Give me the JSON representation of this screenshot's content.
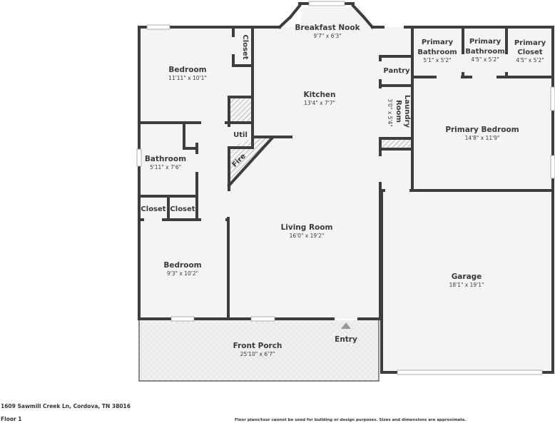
{
  "plan": {
    "colors": {
      "wall": "#3d3d3d",
      "floor": "#f4f4f4",
      "porch": "#efefef",
      "text": "#3a3a3a",
      "entry_arrow": "#9a9a9a"
    },
    "rooms": {
      "bedroom1": {
        "name": "Bedroom",
        "dims": "11'11\" x 10'1\""
      },
      "closet_top": {
        "name": "Closet"
      },
      "breakfast_nook": {
        "name": "Breakfast Nook",
        "dims": "9'7\" x 6'3\""
      },
      "kitchen": {
        "name": "Kitchen",
        "dims": "13'4\" x 7'7\""
      },
      "pantry": {
        "name": "Pantry"
      },
      "laundry": {
        "name_line1": "Laundry",
        "name_line2": "Room",
        "dims": "3'0\" x 5'4\""
      },
      "primary_bath1": {
        "name_line1": "Primary",
        "name_line2": "Bathroom",
        "dims": "5'1\" x 5'2\""
      },
      "primary_bath2": {
        "name_line1": "Primary",
        "name_line2": "Bathroom",
        "dims": "4'5\" x 5'2\""
      },
      "primary_closet": {
        "name_line1": "Primary",
        "name_line2": "Closet",
        "dims": "4'5\" x 5'2\""
      },
      "primary_bedroom": {
        "name": "Primary Bedroom",
        "dims": "14'8\" x 11'9\""
      },
      "util": {
        "name": "Util"
      },
      "fire": {
        "name": "Fire"
      },
      "bathroom": {
        "name": "Bathroom",
        "dims": "5'11\" x 7'6\""
      },
      "closet_left": {
        "name": "Closet"
      },
      "closet_right": {
        "name": "Closet"
      },
      "living_room": {
        "name": "Living Room",
        "dims": "16'0\" x 19'2\""
      },
      "bedroom2": {
        "name": "Bedroom",
        "dims": "9'3\" x 10'2\""
      },
      "garage": {
        "name": "Garage",
        "dims": "18'1\" x 19'1\""
      },
      "front_porch": {
        "name": "Front Porch",
        "dims": "25'10\" x 6'7\""
      },
      "entry": {
        "name": "Entry",
        "icon": "triangle-up-arrow"
      }
    }
  },
  "footer": {
    "address": "1609 Sawmill Creek Ln, Cordova, TN 38016",
    "floor": "Floor 1",
    "disclaimer": "Floor plans/tour cannot be used for building or design purposes. Sizes and dimensions are approximate."
  }
}
